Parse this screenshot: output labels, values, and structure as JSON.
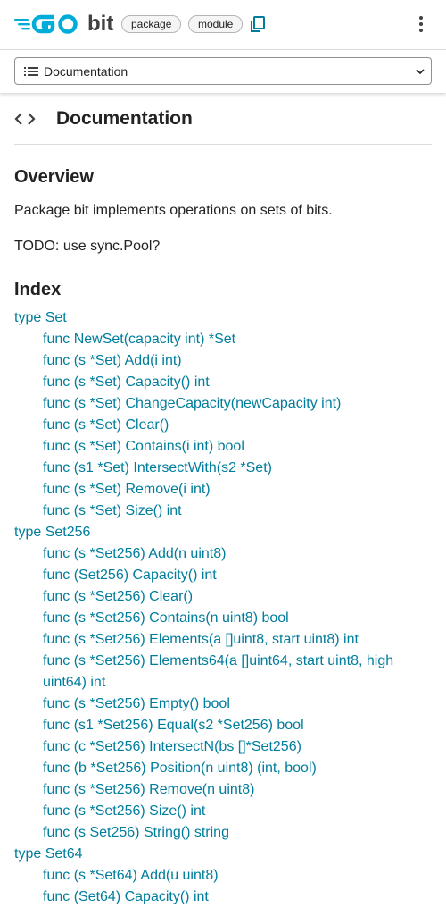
{
  "header": {
    "package_name": "bit",
    "chips": [
      "package",
      "module"
    ]
  },
  "nav": {
    "selected": "Documentation"
  },
  "doc": {
    "title": "Documentation",
    "overview_heading": "Overview",
    "overview_text": "Package bit implements operations on sets of bits.",
    "todo_text": "TODO: use sync.Pool?",
    "index_heading": "Index"
  },
  "index": [
    {
      "kind": "type",
      "text": "type Set"
    },
    {
      "kind": "func",
      "text": "func NewSet(capacity int) *Set"
    },
    {
      "kind": "func",
      "text": "func (s *Set) Add(i int)"
    },
    {
      "kind": "func",
      "text": "func (s *Set) Capacity() int"
    },
    {
      "kind": "func",
      "text": "func (s *Set) ChangeCapacity(newCapacity int)"
    },
    {
      "kind": "func",
      "text": "func (s *Set) Clear()"
    },
    {
      "kind": "func",
      "text": "func (s *Set) Contains(i int) bool"
    },
    {
      "kind": "func",
      "text": "func (s1 *Set) IntersectWith(s2 *Set)"
    },
    {
      "kind": "func",
      "text": "func (s *Set) Remove(i int)"
    },
    {
      "kind": "func",
      "text": "func (s *Set) Size() int"
    },
    {
      "kind": "type",
      "text": "type Set256"
    },
    {
      "kind": "func",
      "text": "func (s *Set256) Add(n uint8)"
    },
    {
      "kind": "func",
      "text": "func (Set256) Capacity() int"
    },
    {
      "kind": "func",
      "text": "func (s *Set256) Clear()"
    },
    {
      "kind": "func",
      "text": "func (s *Set256) Contains(n uint8) bool"
    },
    {
      "kind": "func",
      "text": "func (s *Set256) Elements(a []uint8, start uint8) int"
    },
    {
      "kind": "func",
      "text": "func (s *Set256) Elements64(a []uint64, start uint8, high uint64) int"
    },
    {
      "kind": "func",
      "text": "func (s *Set256) Empty() bool"
    },
    {
      "kind": "func",
      "text": "func (s1 *Set256) Equal(s2 *Set256) bool"
    },
    {
      "kind": "func",
      "text": "func (c *Set256) IntersectN(bs []*Set256)"
    },
    {
      "kind": "func",
      "text": "func (b *Set256) Position(n uint8) (int, bool)"
    },
    {
      "kind": "func",
      "text": "func (s *Set256) Remove(n uint8)"
    },
    {
      "kind": "func",
      "text": "func (s *Set256) Size() int"
    },
    {
      "kind": "func",
      "text": "func (s Set256) String() string"
    },
    {
      "kind": "type",
      "text": "type Set64"
    },
    {
      "kind": "func",
      "text": "func (s *Set64) Add(u uint8)"
    },
    {
      "kind": "func",
      "text": "func (Set64) Capacity() int"
    }
  ],
  "icons": {
    "logo": "go-logo",
    "copy": "copy-icon",
    "menu": "kebab-menu-icon",
    "nav_list": "list-icon",
    "code": "code-icon"
  },
  "colors": {
    "link": "#007d9c",
    "brand": "#00add8",
    "text": "#202224"
  }
}
